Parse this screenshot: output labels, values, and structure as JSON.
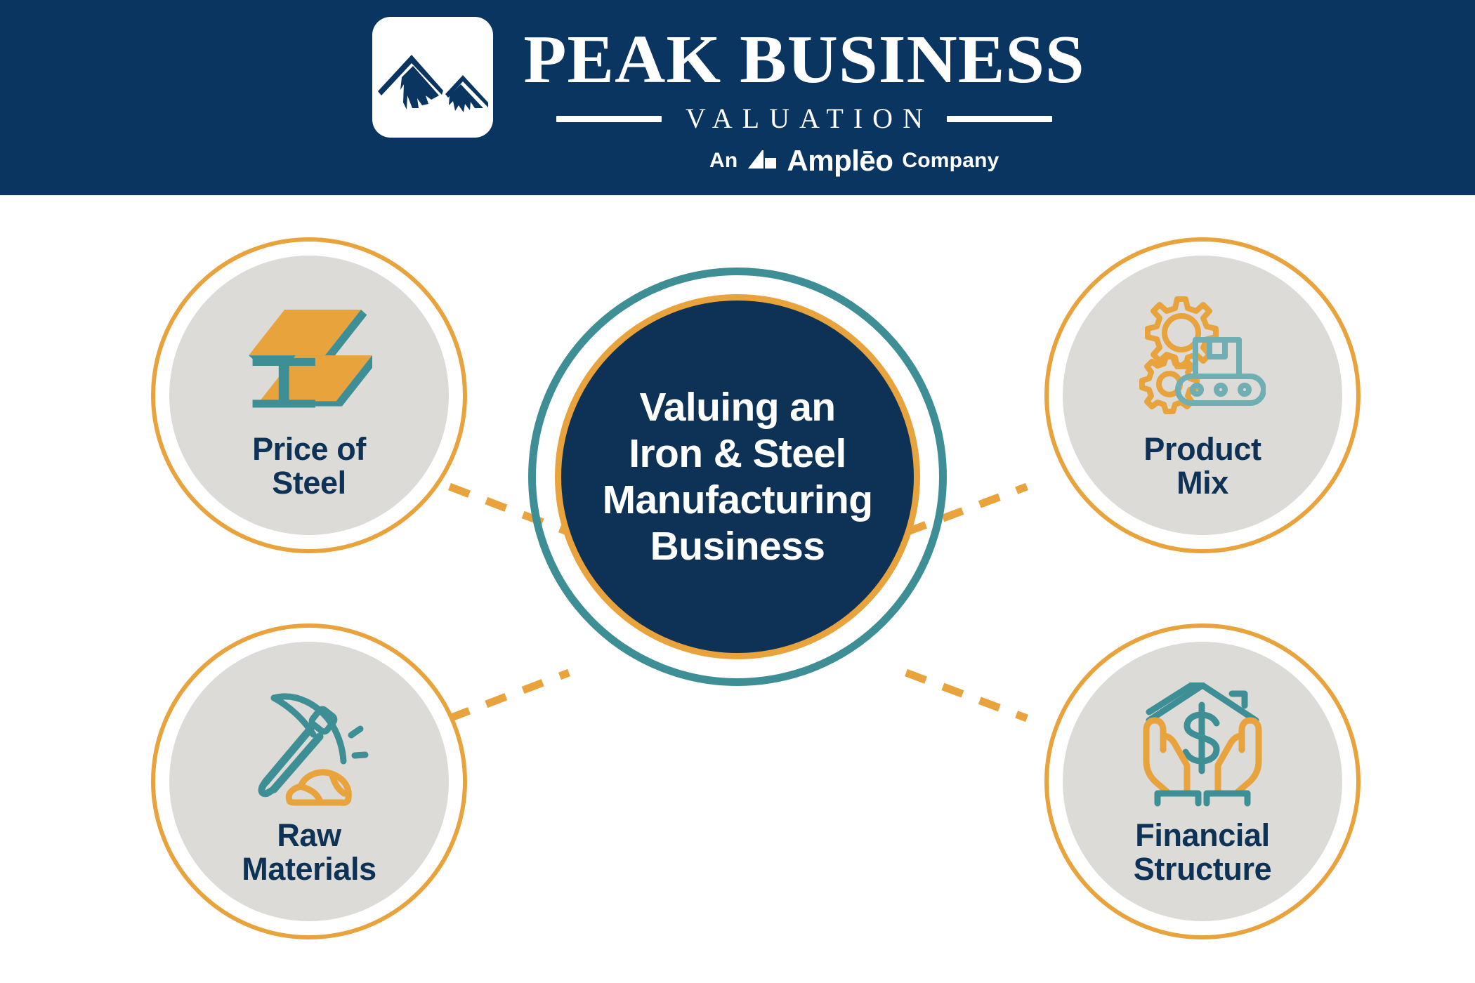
{
  "header": {
    "logo_icon": "mountain-peak-logo-icon",
    "brand_line1": "PEAK BUSINESS",
    "brand_line2": "VALUATION",
    "tagline_prefix": "An",
    "tagline_brand": "Amplēo",
    "tagline_suffix": "Company",
    "tagline_icon": "ampleo-mark-icon"
  },
  "hub": {
    "title": "Valuing an\nIron & Steel\nManufacturing\nBusiness"
  },
  "nodes": [
    {
      "id": "price-of-steel",
      "label": "Price of\nSteel",
      "icon": "steel-i-beam-icon"
    },
    {
      "id": "raw-materials",
      "label": "Raw\nMaterials",
      "icon": "pickaxe-and-ore-icon"
    },
    {
      "id": "product-mix",
      "label": "Product\nMix",
      "icon": "gears-conveyor-box-icon"
    },
    {
      "id": "financial-structure",
      "label": "Financial\nStructure",
      "icon": "hands-holding-dollar-under-roof-icon"
    }
  ],
  "colors": {
    "navy": "#0A3560",
    "navy_text": "#0E3255",
    "orange": "#E8A33D",
    "teal": "#3E8E96",
    "gray_disc": "#DCDBD8",
    "white": "#FFFFFF"
  },
  "connectors": [
    {
      "from": "price-of-steel",
      "to": "hub",
      "style": "dashed",
      "color": "#E8A33D"
    },
    {
      "from": "raw-materials",
      "to": "hub",
      "style": "dashed",
      "color": "#E8A33D"
    },
    {
      "from": "product-mix",
      "to": "hub",
      "style": "dashed",
      "color": "#E8A33D"
    },
    {
      "from": "financial-structure",
      "to": "hub",
      "style": "dashed",
      "color": "#E8A33D"
    }
  ]
}
